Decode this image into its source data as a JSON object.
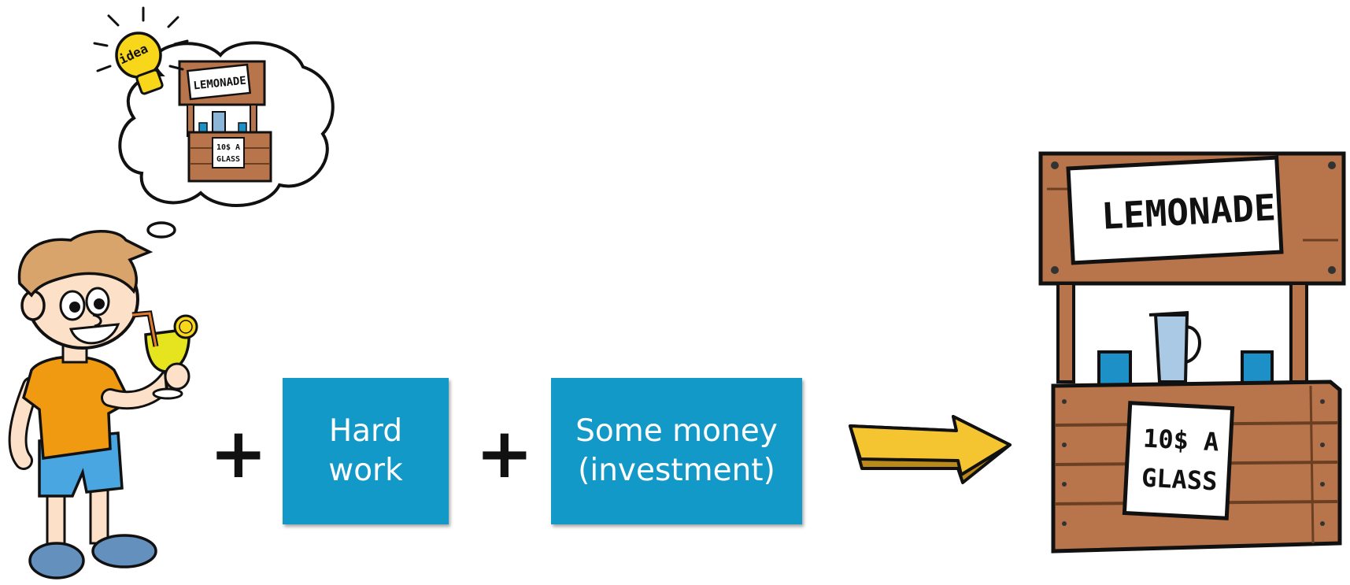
{
  "boxes": [
    {
      "line1": "Hard",
      "line2": "work"
    },
    {
      "line1": "Some money",
      "line2": "(investment)"
    }
  ],
  "operators": [
    "+",
    "+"
  ],
  "stand": {
    "banner": "LEMONADE",
    "sign_line1": "10$ A",
    "sign_line2": "GLASS"
  },
  "thought": {
    "bulb_text": "idea",
    "banner": "LEMONADE",
    "sign_line1": "10$ A",
    "sign_line2": "GLASS"
  },
  "colors": {
    "box": "#1299c8",
    "wood": "#b8744a",
    "arrow": "#f5c531",
    "shirt": "#f09a12",
    "shorts": "#4aa6e0",
    "cup": "#1e90c8"
  }
}
